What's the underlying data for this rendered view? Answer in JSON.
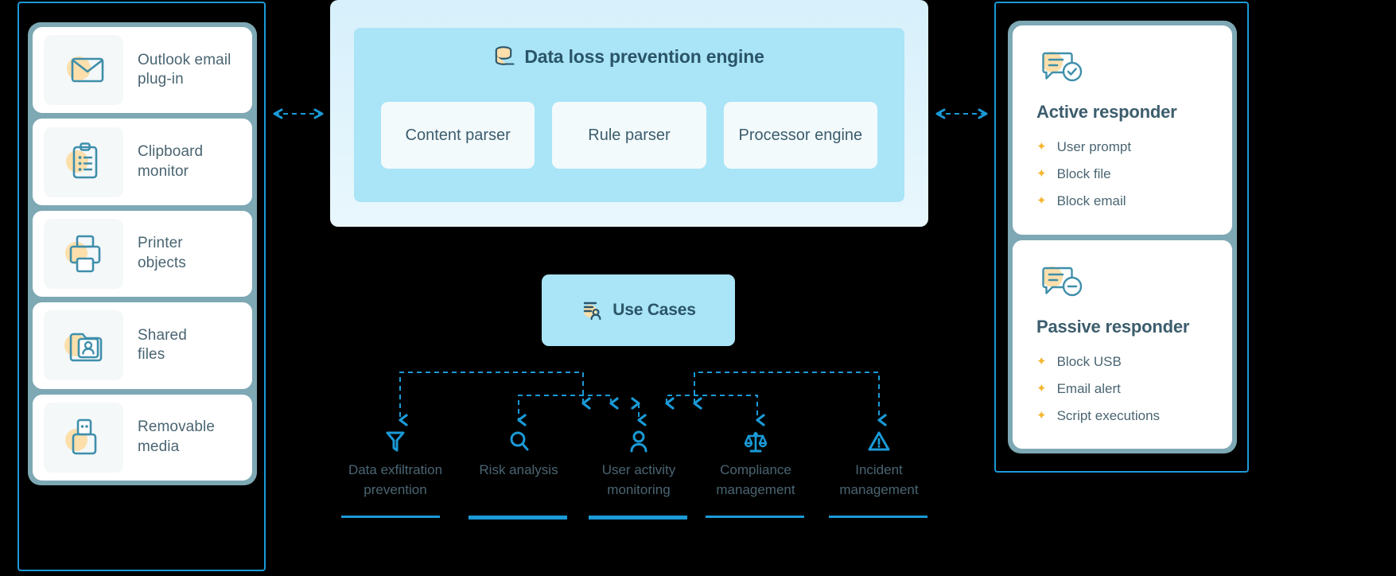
{
  "colors": {
    "accent_blue": "#1a9ad7",
    "panel_border": "#1a9ad7",
    "card_frame": "#7da8b4",
    "engine_inner": "#aae4f7",
    "engine_outer": "#d7f0fb",
    "text_slate": "#4a6572",
    "text_heading": "#2a5568",
    "star_amber": "#f5b731",
    "icon_teal": "#3f8fab",
    "icon_peach": "#fcdfab"
  },
  "left": {
    "sources": [
      {
        "label": "Outlook email\nplug-in",
        "icon": "envelope-icon"
      },
      {
        "label": "Clipboard\nmonitor",
        "icon": "clipboard-icon"
      },
      {
        "label": "Printer\nobjects",
        "icon": "printer-icon"
      },
      {
        "label": "Shared\nfiles",
        "icon": "shared-folder-icon"
      },
      {
        "label": "Removable\nmedia",
        "icon": "usb-drive-icon"
      }
    ]
  },
  "engine": {
    "title": "Data loss prevention engine",
    "icon": "database-icon",
    "parsers": [
      {
        "label": "Content parser"
      },
      {
        "label": "Rule parser"
      },
      {
        "label": "Processor engine"
      }
    ]
  },
  "use_cases": {
    "box_label": "Use Cases",
    "box_icon": "user-list-icon",
    "items": [
      {
        "label": "Data exfiltration\nprevention",
        "icon": "filter-icon",
        "underline": "normal"
      },
      {
        "label": "Risk analysis",
        "icon": "magnifier-icon",
        "underline": "thick"
      },
      {
        "label": "User activity\nmonitoring",
        "icon": "user-icon",
        "underline": "normal"
      },
      {
        "label": "Compliance\nmanagement",
        "icon": "scales-icon",
        "underline": "normal"
      },
      {
        "label": "Incident\nmanagement",
        "icon": "warning-triangle-icon",
        "underline": "normal"
      }
    ]
  },
  "right": {
    "responders": [
      {
        "title": "Active responder",
        "icon": "chat-check-icon",
        "bullets": [
          "User prompt",
          "Block file",
          "Block email"
        ]
      },
      {
        "title": "Passive responder",
        "icon": "chat-minus-icon",
        "bullets": [
          "Block USB",
          "Email alert",
          "Script executions"
        ]
      }
    ]
  }
}
